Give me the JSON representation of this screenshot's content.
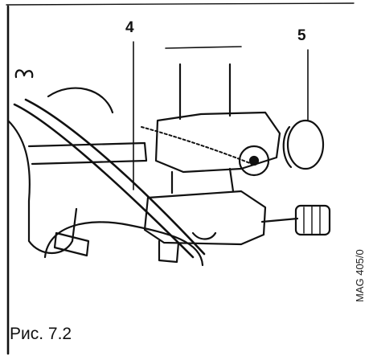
{
  "callouts": {
    "label_4": "4",
    "label_5": "5"
  },
  "caption": "Рис. 7.2",
  "reference_code": "MAG 405/0",
  "colors": {
    "ink": "#111111",
    "paper": "#ffffff"
  }
}
